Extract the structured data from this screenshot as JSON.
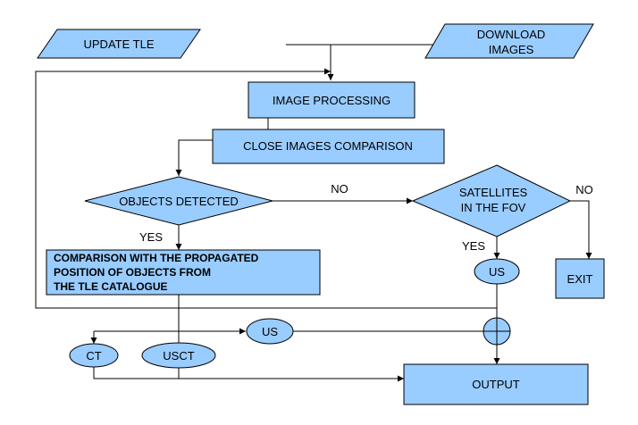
{
  "nodes": {
    "update_tle": "UPDATE  TLE",
    "download_images": [
      "DOWNLOAD",
      "IMAGES"
    ],
    "image_processing": "IMAGE PROCESSING",
    "close_images_comparison": "CLOSE IMAGES COMPARISON",
    "objects_detected": "OBJECTS DETECTED",
    "satellites_in_fov": [
      "SATELLITES",
      "IN THE FOV"
    ],
    "comparison": [
      "COMPARISON  WITH THE PROPAGATED",
      "POSITION OF OBJECTS FROM",
      "THE TLE CATALOGUE"
    ],
    "us_upper": "US",
    "us_lower": "US",
    "exit": "EXIT",
    "ct": "CT",
    "usct": "USCT",
    "output": "OUTPUT"
  },
  "edge_labels": {
    "no_objects": "NO",
    "yes_objects": "YES",
    "yes_satellites": "YES",
    "no_satellites": "NO"
  },
  "colors": {
    "fill": "#99ccff",
    "stroke": "#000000"
  }
}
